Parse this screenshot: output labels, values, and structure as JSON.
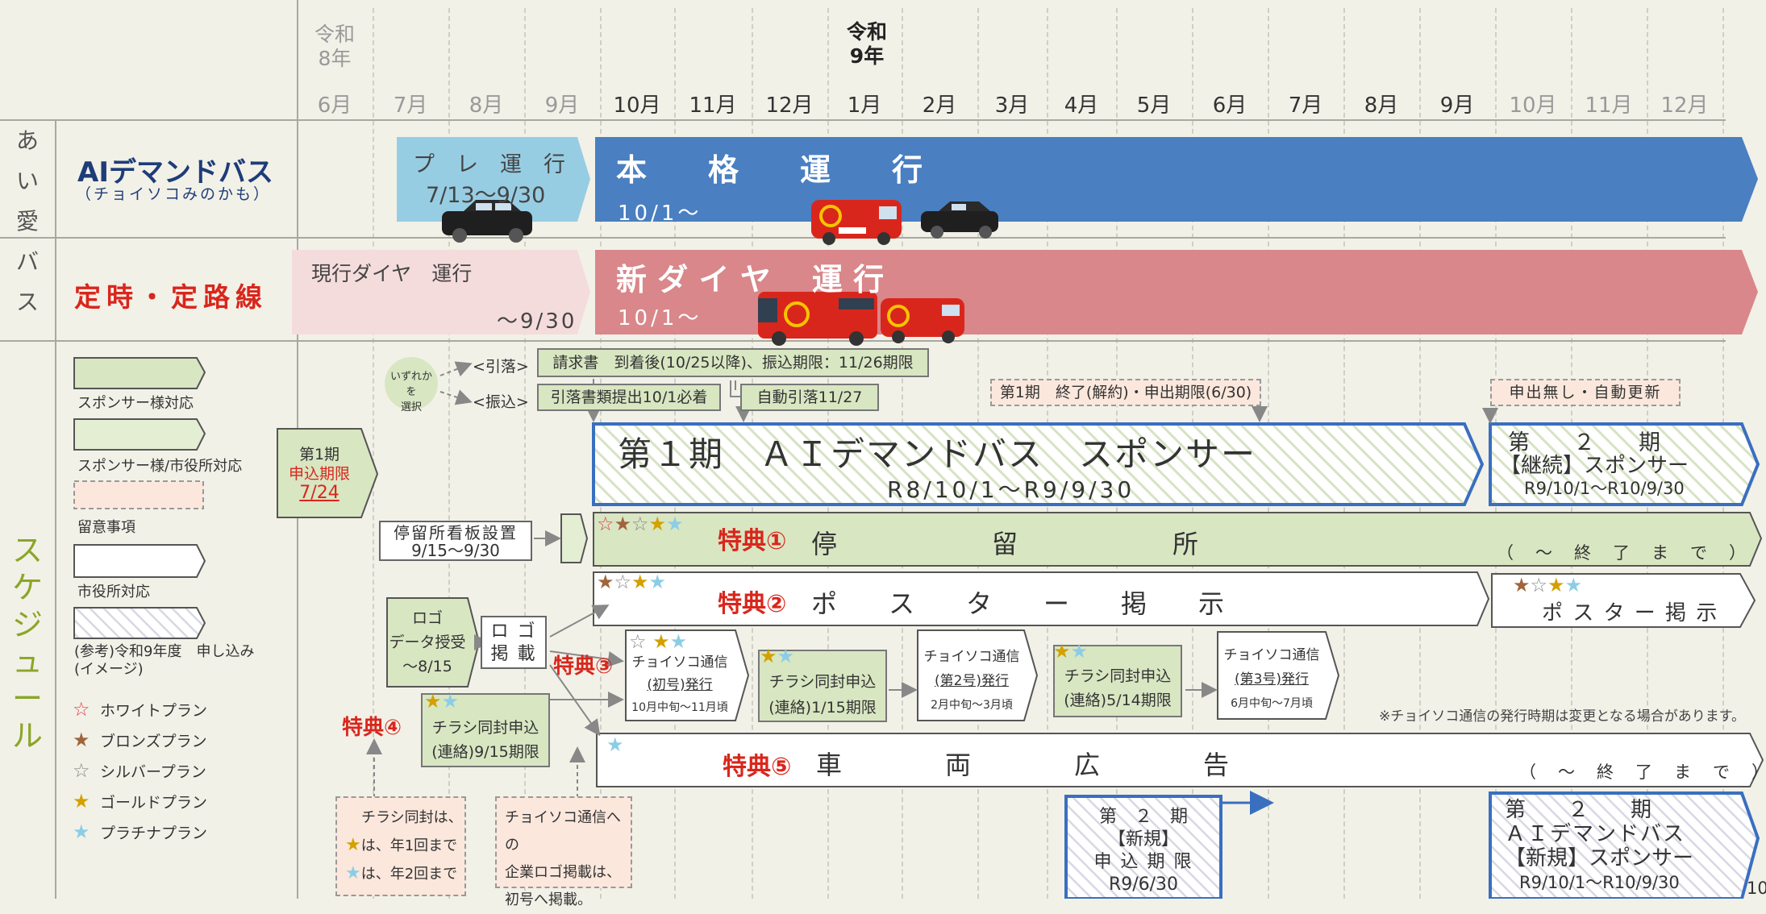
{
  "header": {
    "era_r8": "令和\n8年",
    "era_r9": "令和\n9年",
    "months": [
      {
        "label": "6月",
        "gray": true
      },
      {
        "label": "7月",
        "gray": true
      },
      {
        "label": "8月",
        "gray": true
      },
      {
        "label": "9月",
        "gray": true
      },
      {
        "label": "10月",
        "gray": false
      },
      {
        "label": "11月",
        "gray": false
      },
      {
        "label": "12月",
        "gray": false
      },
      {
        "label": "1月",
        "gray": false
      },
      {
        "label": "2月",
        "gray": false
      },
      {
        "label": "3月",
        "gray": false
      },
      {
        "label": "4月",
        "gray": false
      },
      {
        "label": "5月",
        "gray": false
      },
      {
        "label": "6月",
        "gray": false
      },
      {
        "label": "7月",
        "gray": false
      },
      {
        "label": "8月",
        "gray": false
      },
      {
        "label": "9月",
        "gray": false
      },
      {
        "label": "10月",
        "gray": true
      },
      {
        "label": "11月",
        "gray": true
      },
      {
        "label": "12月",
        "gray": true
      }
    ]
  },
  "side": {
    "aiai_bus": "あい愛バス",
    "schedule": "スケジュール"
  },
  "rows": {
    "ai_demand": {
      "title": "AIデマンドバス",
      "subtitle": "（チョイソコみのかも）"
    },
    "fixed_route": {
      "title": "定時・定路線"
    }
  },
  "bars": {
    "pre_run": {
      "line1": "プ　レ　運　行",
      "line2": "7/13～9/30"
    },
    "full_run": {
      "line1": "本　　格　　運　　行",
      "line2": "10/1～"
    },
    "current_diagram": {
      "line1": "現行ダイヤ　運行",
      "line2": "～9/30"
    },
    "new_diagram": {
      "line1": "新 ダ イ ヤ　 運 行",
      "line2": "10/1～"
    }
  },
  "legend": {
    "items": [
      {
        "label": "スポンサー様対応"
      },
      {
        "label": "スポンサー様/市役所対応"
      },
      {
        "label": "留意事項"
      },
      {
        "label": "市役所対応"
      },
      {
        "label": "(参考)令和9年度　申し込み\n(イメージ)"
      }
    ],
    "plans": [
      {
        "label": "ホワイトプラン",
        "star": "☆",
        "color": "#e0404a"
      },
      {
        "label": "ブロンズプラン",
        "star": "★",
        "color": "#a0643c"
      },
      {
        "label": "シルバープラン",
        "star": "☆",
        "color": "#888888"
      },
      {
        "label": "ゴールドプラン",
        "star": "★",
        "color": "#d4a000"
      },
      {
        "label": "プラチナプラン",
        "star": "★",
        "color": "#8ccde6"
      }
    ]
  },
  "schedule": {
    "phase1_deadline": {
      "line1": "第1期",
      "line2": "申込期限",
      "line3": "7/24"
    },
    "choose": "いずれかを\n選択",
    "withdraw": "<引落>",
    "transfer": "<振込>",
    "invoice": "請求書　到着後(10/25以降)、振込期限：11/26期限",
    "withdraw_docs": "引落書類提出10/1必着",
    "auto_withdraw": "自動引落11/27",
    "phase1_end": "第1期　終了(解約)・申出期限(6/30)",
    "auto_renew": "申出無し・自動更新",
    "phase1_sponsor": {
      "line1": "第１期　ＡＩデマンドバス　スポンサー",
      "line2": "R8/10/1～R9/9/30"
    },
    "phase2_continue": {
      "line1": "第　　２　　期",
      "line2": "【継続】スポンサー",
      "line3": "R9/10/1～R10/9/30"
    },
    "stop_sign": {
      "line1": "停留所看板設置",
      "line2": "9/15～9/30"
    },
    "benefit1": {
      "tag": "特典①",
      "label": "停　　　　　　留　　　　　　所",
      "suffix": "（　～　終　了　ま　で　）"
    },
    "benefit2": {
      "tag": "特典②",
      "label": "ポ　　ス　　タ　　ー　　掲　　示",
      "next": "ポ ス タ ー 掲 示"
    },
    "benefit3": {
      "tag": "特典③"
    },
    "benefit4": {
      "tag": "特典④"
    },
    "benefit5": {
      "tag": "特典⑤",
      "label": "車　　　　両　　　　広　　　　告",
      "suffix": "（　～　終　了　ま　で　）"
    },
    "logo_data": {
      "line1": "ロゴ",
      "line2": "データ授受",
      "line3": "～8/15"
    },
    "logo_post": {
      "line1": "ロ ゴ",
      "line2": "掲 載"
    },
    "flyer1": {
      "line1": "チラシ同封申込",
      "line2": "(連絡)9/15期限"
    },
    "choiso1": {
      "line1": "チョイソコ通信",
      "line2": "(初号)発行",
      "line3": "10月中旬～11月頃"
    },
    "flyer2": {
      "line1": "チラシ同封申込",
      "line2": "(連絡)1/15期限"
    },
    "choiso2": {
      "line1": "チョイソコ通信",
      "line2": "(第2号)発行",
      "line3": "2月中旬～3月頃"
    },
    "flyer3": {
      "line1": "チラシ同封申込",
      "line2": "(連絡)5/14期限"
    },
    "choiso3": {
      "line1": "チョイソコ通信",
      "line2": "(第3号)発行",
      "line3": "6月中旬～7月頃"
    },
    "note_change": "※チョイソコ通信の発行時期は変更となる場合があります。",
    "note_flyer": {
      "line1": "チラシ同封は、",
      "line2": "は、年1回まで",
      "line3": "は、年2回まで"
    },
    "note_logo": {
      "line1": "チョイソコ通信への",
      "line2": "企業ロゴ掲載は、",
      "line3": "初号へ掲載。"
    },
    "phase2_new_deadline": {
      "line1": "第　２　期",
      "line2": "【新規】",
      "line3": "申 込 期 限",
      "line4": "R9/6/30"
    },
    "phase2_new": {
      "line1": "第　　２　　期",
      "line2": "ＡＩデマンドバス",
      "line3": "【新規】スポンサー",
      "line4": "R9/10/1～R10/9/30"
    }
  },
  "page_number": "10",
  "colors": {
    "blue": "#4a7fc1",
    "lightblue": "#97cde3",
    "pink": "#d9878a",
    "lightpink": "#f5dcdc",
    "green": "#d8e6c2",
    "red": "#d9261c",
    "navy": "#1e3c78",
    "olive": "#8aa628"
  }
}
